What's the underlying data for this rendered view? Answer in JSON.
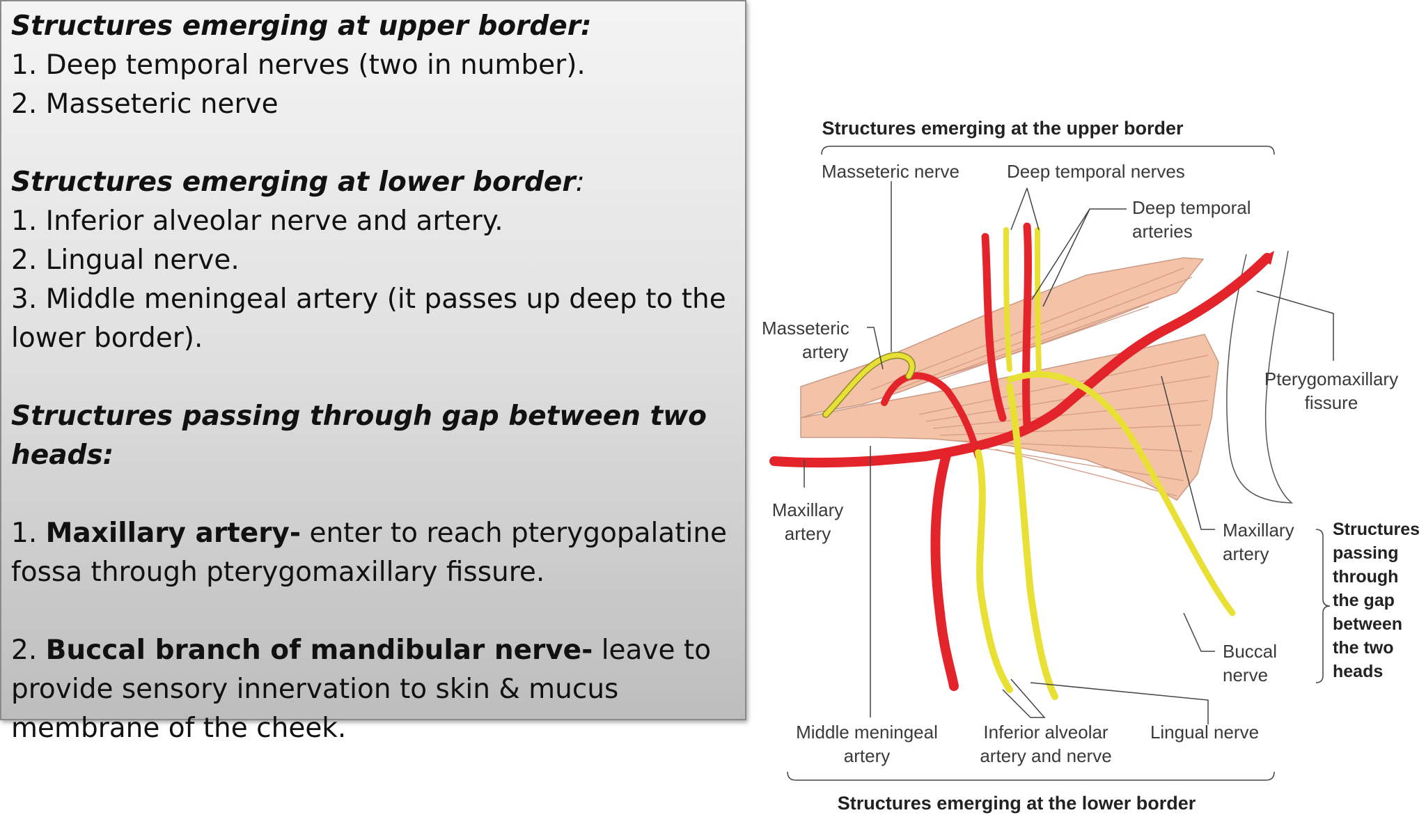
{
  "text_panel": {
    "upper": {
      "heading": "Structures emerging at upper border:",
      "items": [
        "1. Deep temporal nerves (two in number).",
        "2. Masseteric nerve"
      ]
    },
    "lower": {
      "heading": "Structures emerging at lower border",
      "heading_colon": ":",
      "items": [
        "1. Inferior alveolar nerve and artery.",
        "2. Lingual nerve.",
        "3. Middle meningeal artery (it passes up deep to the",
        "lower border)."
      ]
    },
    "gap": {
      "heading": "Structures passing through gap between two heads:",
      "item1_num": "1. ",
      "item1_bold": "Maxillary artery-",
      "item1_rest": " enter to reach pterygopalatine",
      "item1_line2": "fossa through pterygomaxillary fissure.",
      "item2_num": "2. ",
      "item2_bold": "Buccal branch of mandibular nerve-",
      "item2_rest": " leave to",
      "item2_line2": "provide sensory innervation to  skin & mucus",
      "item2_line3": "membrane of the cheek."
    }
  },
  "diagram": {
    "title_top": "Structures emerging at the upper border",
    "title_bottom": "Structures emerging at the lower border",
    "labels": {
      "masseteric_nerve": "Masseteric nerve",
      "deep_temporal_nerves": "Deep temporal nerves",
      "deep_temporal_arteries_1": "Deep temporal",
      "deep_temporal_arteries_2": "arteries",
      "masseteric_artery_1": "Masseteric",
      "masseteric_artery_2": "artery",
      "pterygomaxillary_1": "Pterygomaxillary",
      "pterygomaxillary_2": "fissure",
      "maxillary_artery_left_1": "Maxillary",
      "maxillary_artery_left_2": "artery",
      "maxillary_artery_right_1": "Maxillary",
      "maxillary_artery_right_2": "artery",
      "buccal_nerve_1": "Buccal",
      "buccal_nerve_2": "nerve",
      "middle_meningeal_1": "Middle meningeal",
      "middle_meningeal_2": "artery",
      "inferior_alveolar_1": "Inferior alveolar",
      "inferior_alveolar_2": "artery and nerve",
      "lingual_nerve": "Lingual nerve"
    },
    "gap_label": [
      "Structures",
      "passing",
      "through",
      "the gap",
      "between",
      "the two",
      "heads"
    ],
    "colors": {
      "artery": "#e3242b",
      "nerve": "#e8e034",
      "muscle": "#f4c2a6"
    }
  }
}
